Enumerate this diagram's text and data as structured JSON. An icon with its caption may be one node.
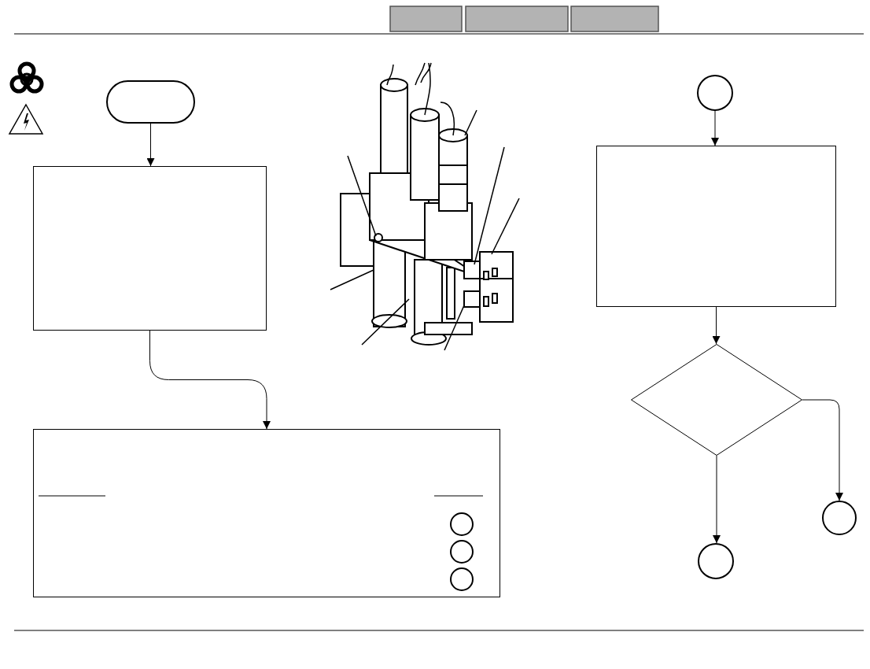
{
  "diagram": {
    "nodes": [
      {
        "text": [],
        "shape": "oval"
      },
      {
        "text": [],
        "shape": "box"
      },
      {
        "text": [],
        "shape": "box"
      },
      {
        "text": [],
        "shape": "circle"
      },
      {
        "text": [],
        "shape": "box"
      },
      {
        "text": [],
        "shape": "diamond"
      },
      {
        "text": [],
        "shape": "circle"
      },
      {
        "text": [],
        "shape": "circle"
      },
      {
        "text": [],
        "shape": "circle",
        "in": 2
      },
      {
        "text": [],
        "shape": "circle",
        "in": 2
      },
      {
        "text": [],
        "shape": "circle",
        "in": 2
      }
    ],
    "edges": [
      {
        "from": 0,
        "to": 1,
        "arrow": "to"
      },
      {
        "from": 1,
        "to": 2,
        "arrow": "to"
      },
      {
        "from": 3,
        "to": 4,
        "arrow": "to"
      },
      {
        "from": 4,
        "to": 5,
        "arrow": "to"
      },
      {
        "from": 5,
        "to": 7,
        "arrow": "to"
      },
      {
        "from": 5,
        "to": 6,
        "arrow": "to"
      }
    ]
  }
}
